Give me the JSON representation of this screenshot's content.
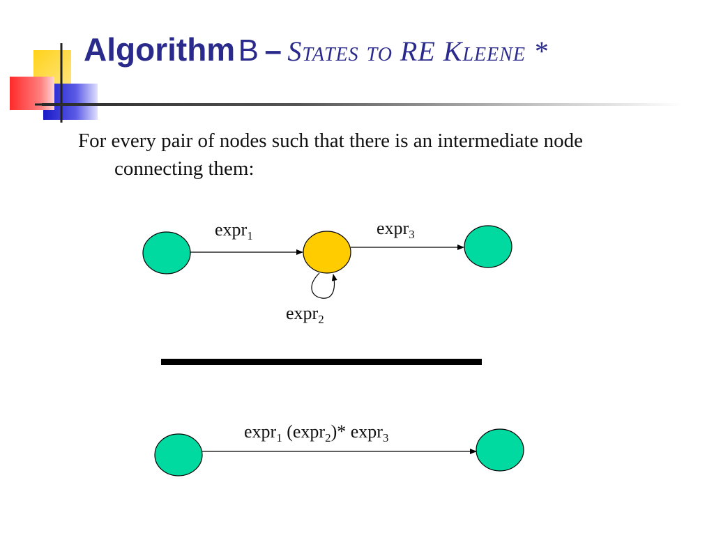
{
  "title": {
    "main": "Algorithm",
    "letter": "B",
    "dash": "–",
    "sub": "States to RE Kleene *"
  },
  "body": {
    "line1": "For every pair of nodes such that there is an intermediate node",
    "line2": "connecting them:"
  },
  "top_diagram": {
    "label1_base": "expr",
    "label1_sub": "1",
    "label2_base": "expr",
    "label2_sub": "2",
    "label3_base": "expr",
    "label3_sub": "3"
  },
  "bottom_diagram": {
    "p1": "expr",
    "s1": "1",
    "p2": " (expr",
    "s2": "2",
    "p3": ")* expr",
    "s3": "3"
  },
  "colors": {
    "title": "#2a2a8c",
    "node_green": "#00d9a0",
    "node_yellow": "#ffcc00",
    "logo_yellow": "#ffd21a",
    "logo_red": "#ff3333",
    "logo_blue": "#2a2ad0"
  }
}
